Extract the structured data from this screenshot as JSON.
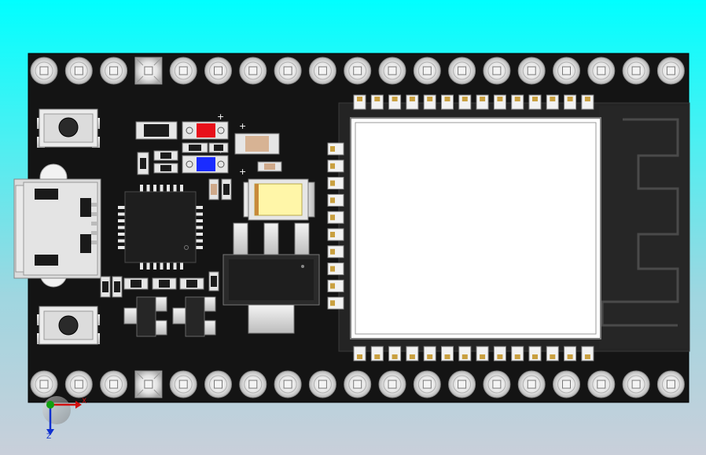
{
  "viewport": {
    "background_top": "#00ffff",
    "background_bottom": "#c9cfda"
  },
  "board": {
    "pcb_color": "#141414",
    "pad_color": "#e8e8e8",
    "top_header_pins": 19,
    "bottom_header_pins": 19,
    "square_pin_index": 3
  },
  "module": {
    "shield_color": "#ffffff",
    "shield_border": "#7a7a7a",
    "antenna_color": "#2b2b2b",
    "top_pads": 14,
    "bottom_pads": 14,
    "left_pads": 10
  },
  "leds": {
    "red": "#e8101a",
    "blue": "#1a2cff"
  },
  "capacitor": {
    "tantalum_color": "#fff6a8"
  },
  "markings": {
    "polarity_plus": "+"
  },
  "axes_triad": {
    "x_label": "X",
    "z_label": "Z",
    "x_color": "#d01010",
    "y_color": "#10a010",
    "z_color": "#1030d0"
  }
}
